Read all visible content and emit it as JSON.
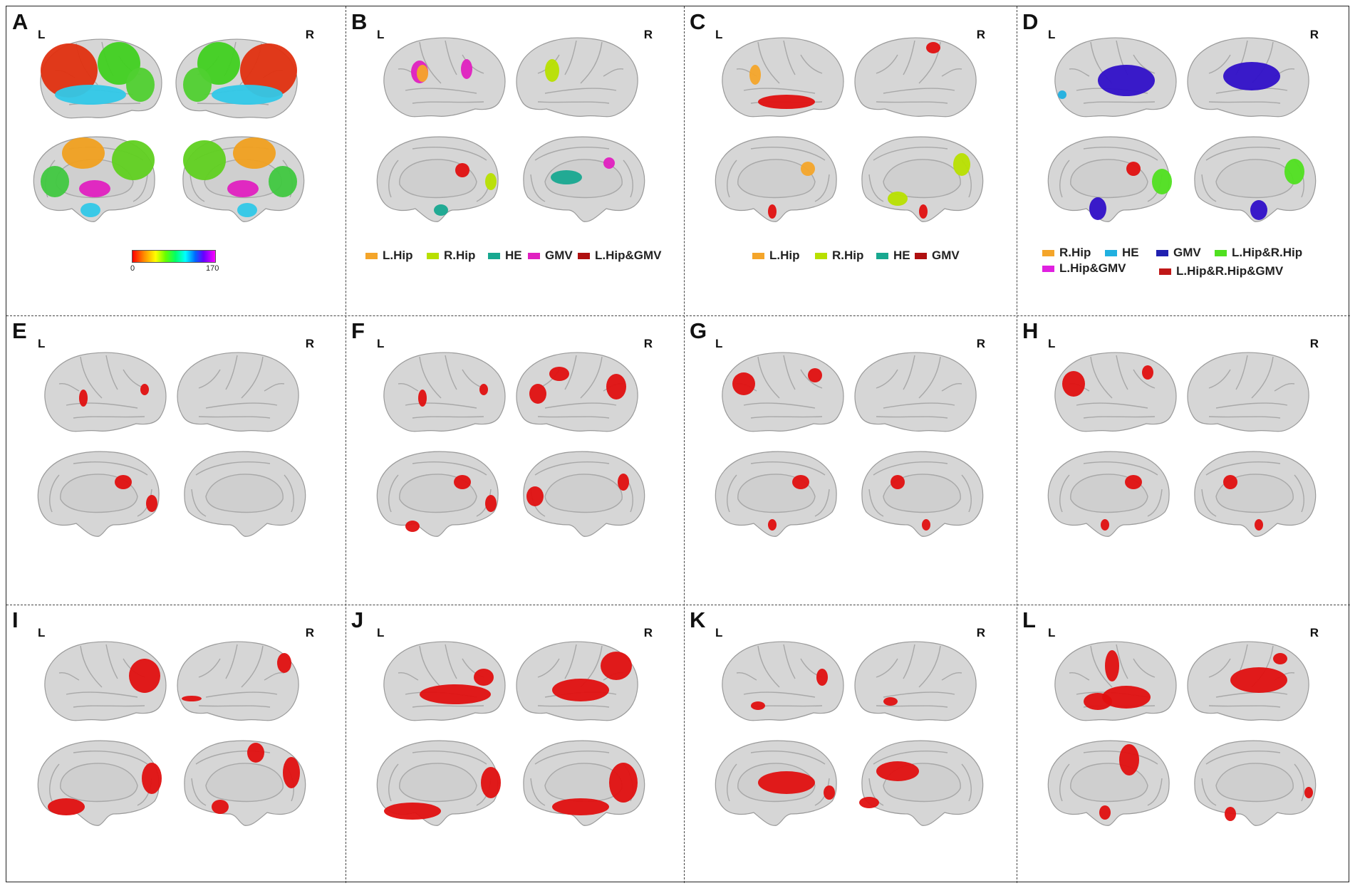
{
  "side_labels": {
    "left": "L",
    "right": "R"
  },
  "colorbar": {
    "min": "0",
    "max": "170"
  },
  "panels": [
    {
      "letter": "A",
      "type": "atlas"
    },
    {
      "letter": "B",
      "legend": [
        {
          "label": "L.Hip",
          "color": "#f4a52a"
        },
        {
          "label": "R.Hip",
          "color": "#b8e000"
        },
        {
          "label": "HE",
          "color": "#18a890"
        },
        {
          "label": "GMV",
          "color": "#e020c0"
        },
        {
          "label": "L.Hip&GMV",
          "color": "#b01010"
        }
      ]
    },
    {
      "letter": "C",
      "legend": [
        {
          "label": "L.Hip",
          "color": "#f4a52a"
        },
        {
          "label": "R.Hip",
          "color": "#b8e000"
        },
        {
          "label": "HE",
          "color": "#18a890"
        },
        {
          "label": "GMV",
          "color": "#b01010"
        }
      ]
    },
    {
      "letter": "D",
      "legend": [
        {
          "label": "R.Hip",
          "color": "#f4a52a"
        },
        {
          "label": "HE",
          "color": "#20b0e0"
        },
        {
          "label": "GMV",
          "color": "#2020b0"
        },
        {
          "label": "L.Hip&R.Hip",
          "color": "#50e020"
        },
        {
          "label": "L.Hip&GMV",
          "color": "#e020e0"
        },
        {
          "label": "L.Hip&R.Hip&GMV",
          "color": "#c01818"
        }
      ]
    },
    {
      "letter": "E"
    },
    {
      "letter": "F"
    },
    {
      "letter": "G"
    },
    {
      "letter": "H"
    },
    {
      "letter": "I"
    },
    {
      "letter": "J"
    },
    {
      "letter": "K"
    },
    {
      "letter": "L"
    }
  ],
  "colors": {
    "brain": "#d6d6d6",
    "brain_edge": "#9a9a9a",
    "sulcus": "#a8a8a8",
    "callosum": "#cfcfcf",
    "highlight": "#e01010"
  }
}
